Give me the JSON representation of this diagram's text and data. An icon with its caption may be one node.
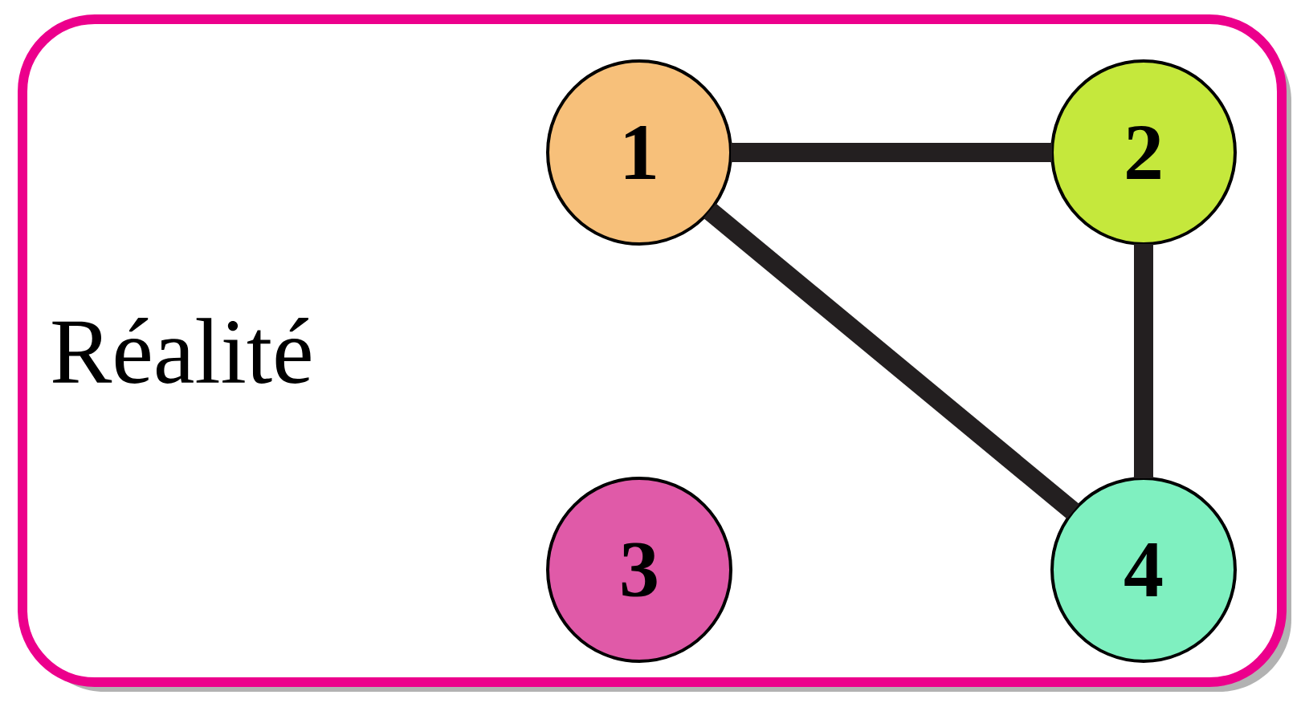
{
  "diagram": {
    "nodes": [
      {
        "text": [
          "Réalité"
        ]
      },
      {
        "text": [
          "1"
        ],
        "in": 0
      },
      {
        "text": [
          "2"
        ],
        "in": 0
      },
      {
        "text": [
          "3"
        ],
        "in": 0
      },
      {
        "text": [
          "4"
        ],
        "in": 0
      }
    ],
    "edges": [
      {
        "from": 1,
        "to": 2,
        "arrow": "none"
      },
      {
        "from": 1,
        "to": 4,
        "arrow": "none"
      },
      {
        "from": 2,
        "to": 4,
        "arrow": "none"
      }
    ]
  }
}
